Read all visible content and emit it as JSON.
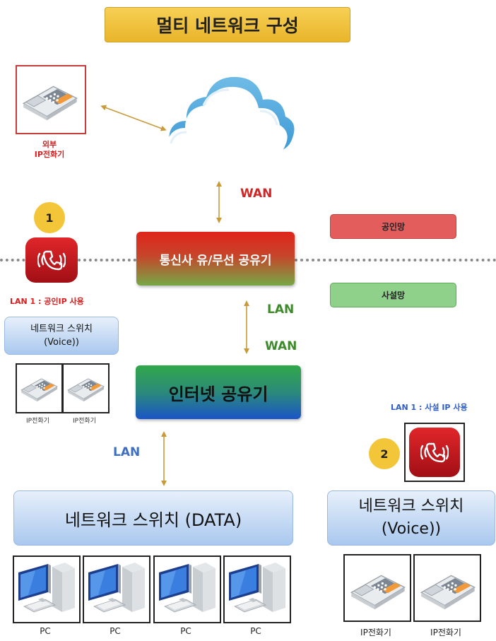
{
  "title": "멀티 네트워크 구성",
  "external_phone": {
    "caption_line1": "외부",
    "caption_line2": "IP전화기"
  },
  "wan_top": "WAN",
  "telco_router": "통신사 유/무선 공유기",
  "legend": {
    "public": "공인망",
    "private": "사설망"
  },
  "colors": {
    "public": "#e35d5d",
    "private": "#8fd08a",
    "badge": "#f3c63a",
    "app_red": "#d01e24"
  },
  "left_group": {
    "badge": "1",
    "lan_caption": "LAN 1 : 공인IP 사용",
    "switch_label": "네트워크 스위치\n(Voice))",
    "phone_captions": [
      "IP전화기",
      "IP전화기"
    ]
  },
  "lan_mid": "LAN",
  "wan_mid": "WAN",
  "internet_router": "인터넷 공유기",
  "lan_bottom": "LAN",
  "right_group": {
    "lan_caption": "LAN 1 : 사설 IP 사용",
    "badge": "2",
    "switch_label": "네트워크 스위치\n(Voice))",
    "phone_captions": [
      "IP전화기",
      "IP전화기"
    ]
  },
  "data_switch": "네트워크 스위치 (DATA)",
  "pcs": [
    "PC",
    "PC",
    "PC",
    "PC"
  ],
  "icons": [
    "desk-phone-icon",
    "cloud-icon",
    "phone-app-icon",
    "desktop-pc-icon"
  ]
}
